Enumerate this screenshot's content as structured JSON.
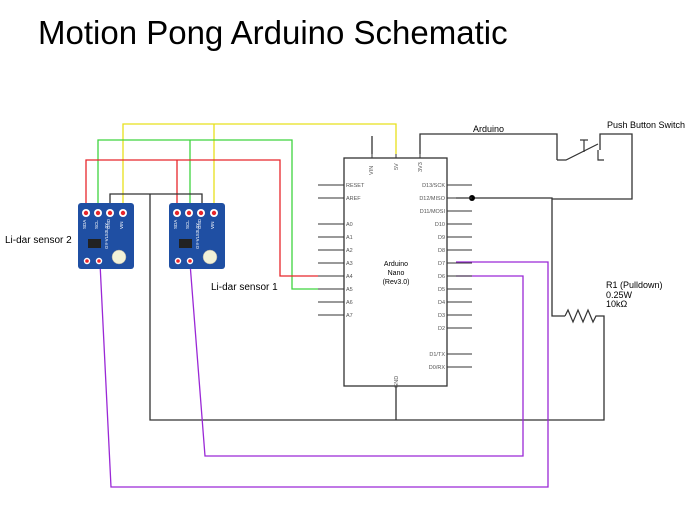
{
  "title": "Motion Pong Arduino Schematic",
  "labels": {
    "lidar2": "Li-dar sensor 2",
    "lidar1": "Li-dar sensor 1",
    "arduino_top": "Arduino",
    "push_button": "Push Button Switch",
    "r1_name": "R1 (Pulldown)",
    "r1_power": "0.25W",
    "r1_value": "10kΩ"
  },
  "arduino": {
    "name": "Arduino",
    "model": "Nano",
    "rev": "(Rev3.0)",
    "top_pins": [
      "VIN",
      "5V",
      "3V3"
    ],
    "bottom_pin": "GND",
    "left_pins": [
      "RESET",
      "AREF",
      "A0",
      "A1",
      "A2",
      "A3",
      "A4",
      "A5",
      "A6",
      "A7"
    ],
    "right_pins": [
      "D13/SCK",
      "D12/MISO",
      "D11/MOSI",
      "D10",
      "D9",
      "D8",
      "D7",
      "D6",
      "D5",
      "D4",
      "D3",
      "D2",
      "D1/TX",
      "D0/RX"
    ]
  },
  "sensor_pins": [
    "SDA",
    "SCL",
    "GND",
    "VIN"
  ],
  "sensor_chip": "GY-VL53L0X",
  "wire_colors": {
    "red": "#e8262b",
    "green": "#3fd43f",
    "yellow": "#e8e01c",
    "purple": "#9a28d6",
    "black": "#333333"
  },
  "board_color": "#1f4fa3"
}
